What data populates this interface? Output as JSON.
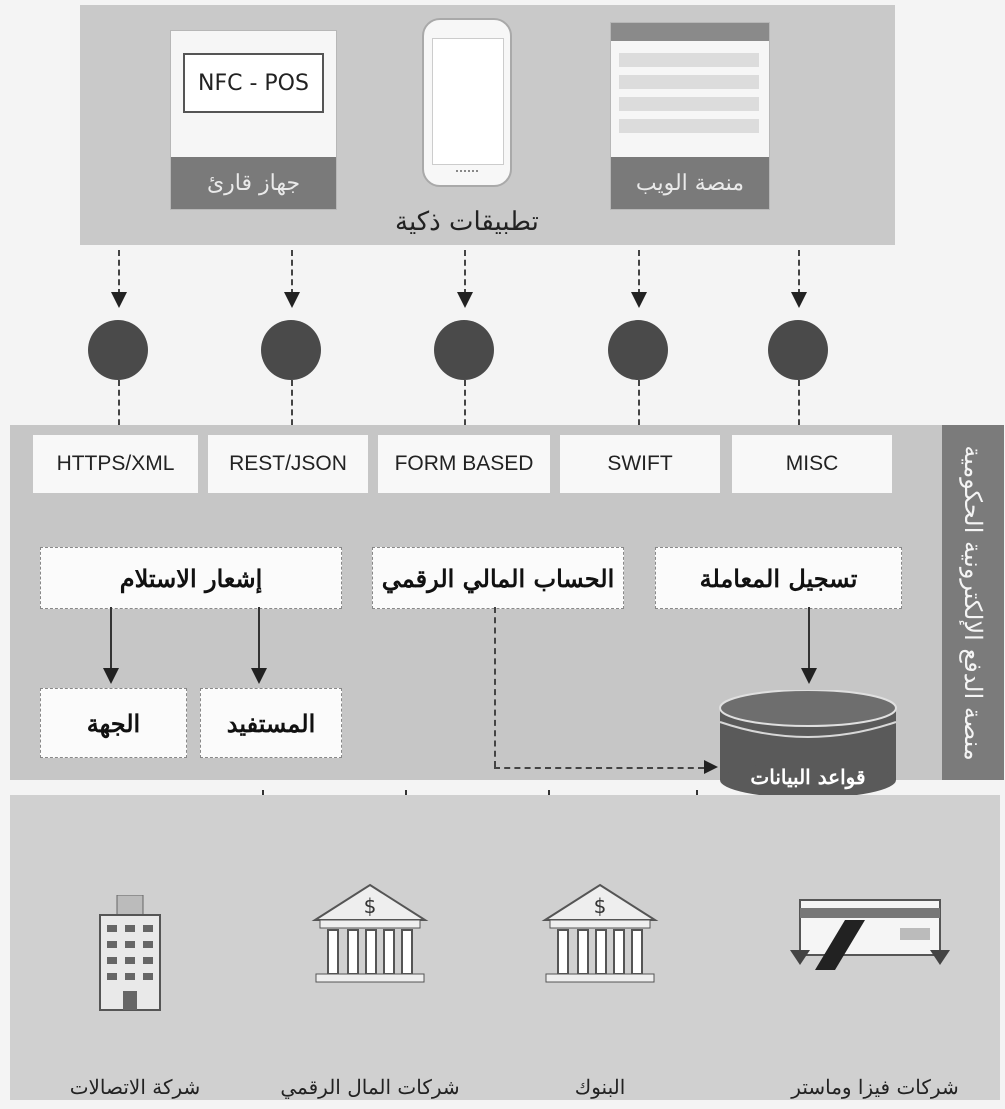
{
  "channels": {
    "pos": {
      "screen_text": "NFC - POS",
      "label": "جهاز قارئ"
    },
    "web": {
      "label": "منصة الويب"
    },
    "caption": "تطبيقات ذكية"
  },
  "protocols": [
    "HTTPS/XML",
    "REST/JSON",
    "FORM BASED",
    "SWIFT",
    "MISC"
  ],
  "platform_title": "منصة الدفع الإلكترونية الحكومية",
  "processes": {
    "receipt_notification": "إشعار الاستلام",
    "digital_account": "الحساب المالي الرقمي",
    "transaction_logging": "تسجيل المعاملة",
    "entity": "الجهة",
    "beneficiary": "المستفيد",
    "databases": "قواعد البيانات"
  },
  "parties": {
    "telecom": "شركة الاتصالات",
    "fintech": "شركات المال الرقمي",
    "banks": "البنوك",
    "cards": "شركات فيزا وماستر"
  },
  "colors": {
    "panel": "#c9c9c9",
    "node": "#4a4a4a",
    "sidebar": "#7b7b7b"
  }
}
